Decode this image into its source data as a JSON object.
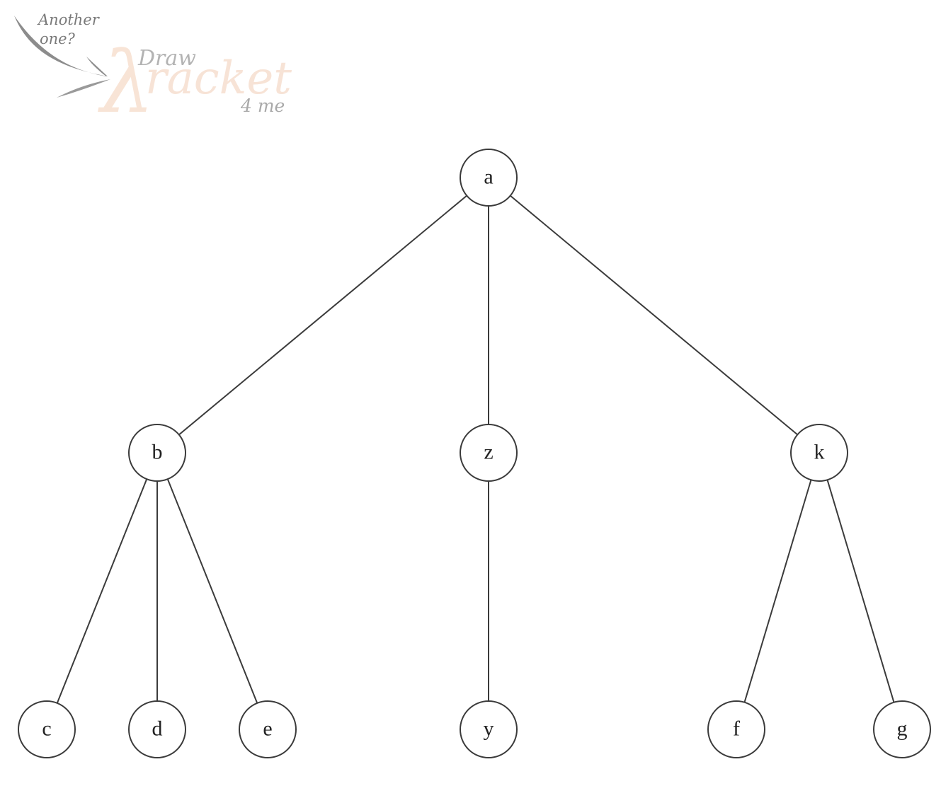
{
  "logo": {
    "prompt_line1": "Another",
    "prompt_line2": "one?",
    "draw": "Draw",
    "lambda": "λ",
    "racket": "racket",
    "four_me": "4 me"
  },
  "tree": {
    "root": "a",
    "nodes": [
      {
        "id": "a",
        "label": "a"
      },
      {
        "id": "b",
        "label": "b"
      },
      {
        "id": "z",
        "label": "z"
      },
      {
        "id": "k",
        "label": "k"
      },
      {
        "id": "c",
        "label": "c"
      },
      {
        "id": "d",
        "label": "d"
      },
      {
        "id": "e",
        "label": "e"
      },
      {
        "id": "y",
        "label": "y"
      },
      {
        "id": "f",
        "label": "f"
      },
      {
        "id": "g",
        "label": "g"
      }
    ],
    "edges": [
      [
        "a",
        "b"
      ],
      [
        "a",
        "z"
      ],
      [
        "a",
        "k"
      ],
      [
        "b",
        "c"
      ],
      [
        "b",
        "d"
      ],
      [
        "b",
        "e"
      ],
      [
        "z",
        "y"
      ],
      [
        "k",
        "f"
      ],
      [
        "k",
        "g"
      ]
    ]
  }
}
